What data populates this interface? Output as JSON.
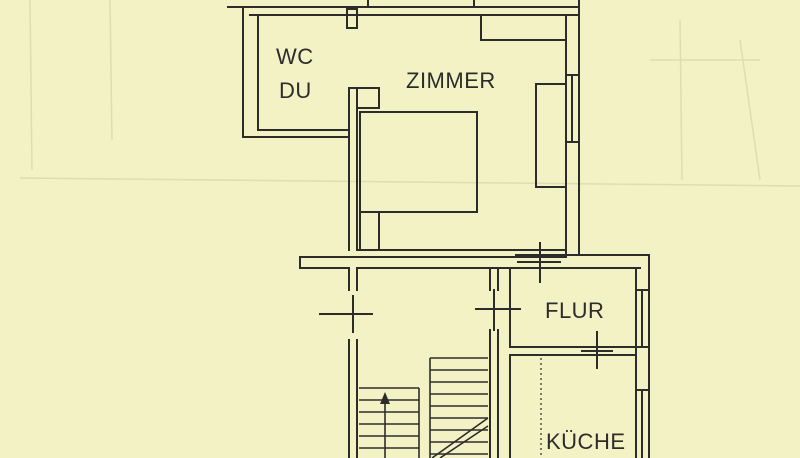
{
  "floor_plan": {
    "rooms": [
      {
        "id": "wc",
        "label": "WC"
      },
      {
        "id": "du",
        "label": "DU"
      },
      {
        "id": "zimmer",
        "label": "ZIMMER"
      },
      {
        "id": "flur",
        "label": "FLUR"
      },
      {
        "id": "kueche",
        "label": "KÜCHE"
      }
    ],
    "colors": {
      "paper": "#f3f2c5",
      "ink": "#2c2c2c",
      "faint_grid": "#d9d8ad"
    }
  }
}
